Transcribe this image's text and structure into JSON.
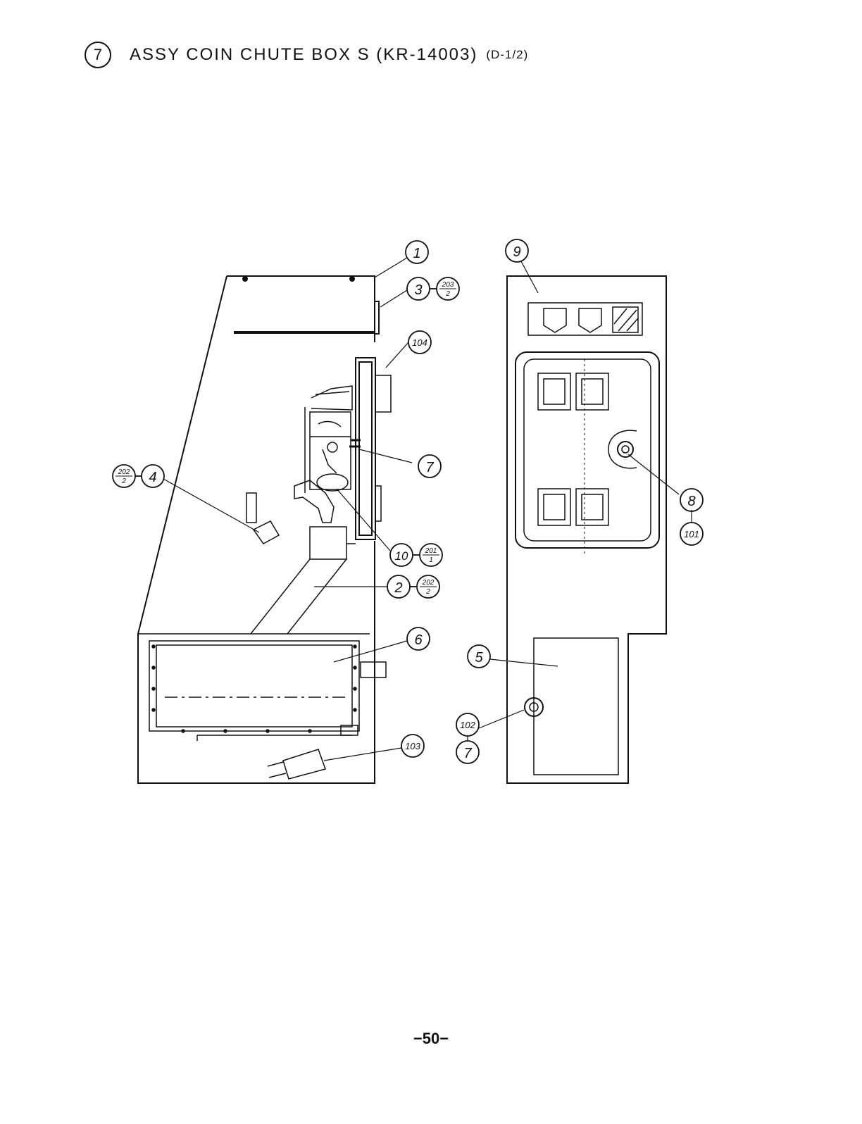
{
  "title": {
    "number": "7",
    "text": "ASSY COIN CHUTE BOX S (KR-14003)",
    "sheet": "(D-1/2)"
  },
  "callouts": {
    "c1": "1",
    "c3": "3",
    "c203": {
      "top": "203",
      "bottom": "2"
    },
    "c104": "104",
    "c7a": "7",
    "c4": "4",
    "c202a": {
      "top": "202",
      "bottom": "2"
    },
    "c10": "10",
    "c201": {
      "top": "201",
      "bottom": "1"
    },
    "c2": "2",
    "c202b": {
      "top": "202",
      "bottom": "2"
    },
    "c6": "6",
    "c103": "103",
    "c9": "9",
    "c8": "8",
    "c101": "101",
    "c5": "5",
    "c102": "102",
    "c7b": "7"
  },
  "page_number": "−50−"
}
